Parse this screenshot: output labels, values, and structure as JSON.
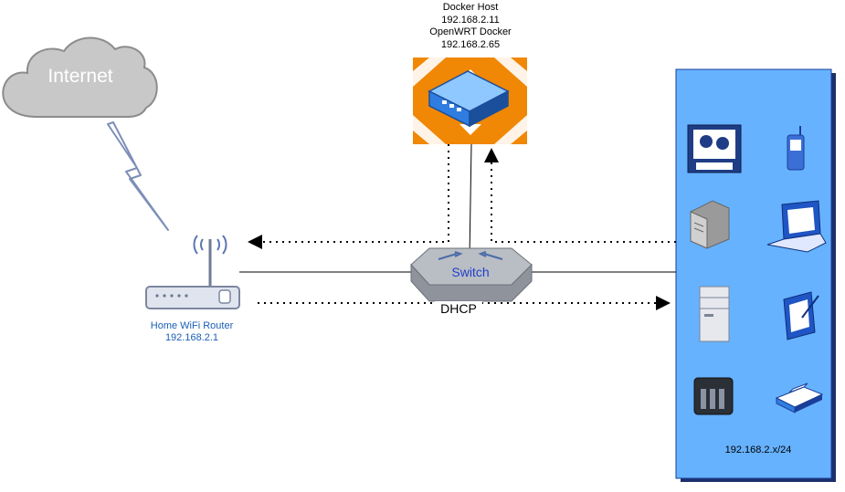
{
  "cloud": {
    "label": "Internet"
  },
  "docker_host": {
    "line1": "Docker Host",
    "line2": "192.168.2.11",
    "line3": "OpenWRT Docker",
    "line4": "192.168.2.65"
  },
  "router": {
    "name": "Home WiFi Router",
    "ip": "192.168.2.1"
  },
  "switch": {
    "label": "Switch"
  },
  "dhcp": {
    "label": "DHCP"
  },
  "lan": {
    "subnet": "192.168.2.x/24"
  },
  "colors": {
    "cloud_fill": "#c8c8c8",
    "cloud_stroke": "#8c8c8c",
    "host_orange": "#f08705",
    "lan_panel": "#66b2ff",
    "lan_panel_border": "#1a3f99",
    "router_text": "#1a5fb4",
    "switch_text": "#1f3fc9"
  },
  "icons": [
    "cloud-icon",
    "lightning-bolt-icon",
    "wifi-router-icon",
    "network-switch-icon",
    "docker-host-icon",
    "video-conference-icon",
    "mobile-phone-icon",
    "desktop-tower-icon",
    "laptop-icon",
    "server-tower-icon",
    "tablet-icon",
    "nas-icon",
    "printer-icon"
  ]
}
